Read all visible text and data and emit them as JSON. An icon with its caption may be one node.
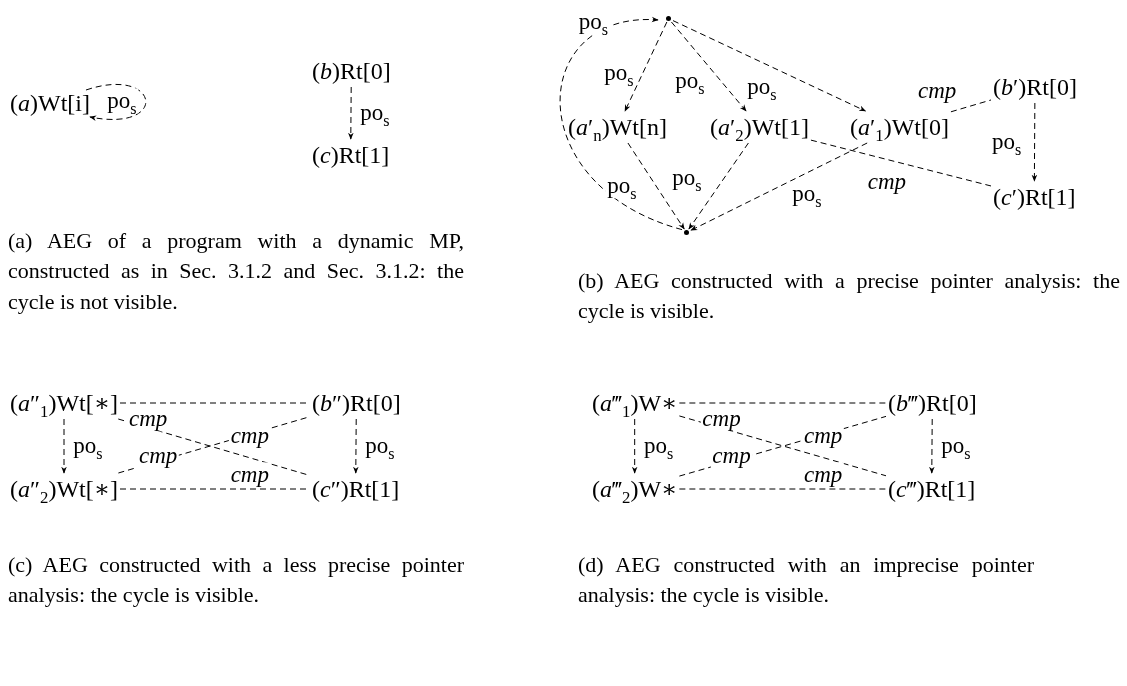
{
  "diagram": {
    "nodes": [
      {
        "text": [
          "(*a*)Wt[i]"
        ]
      },
      {
        "text": [
          "(*b*)Rt[0]"
        ]
      },
      {
        "text": [
          "(*c*)Rt[1]"
        ]
      },
      {
        "text": [],
        "shape": "circle"
      },
      {
        "text": [
          "(*a*′$_{n}$)Wt[n]"
        ]
      },
      {
        "text": [
          "(*a*′$_{2}$)Wt[1]"
        ]
      },
      {
        "text": [
          "(*a*′$_{1}$)Wt[0]"
        ]
      },
      {
        "text": [
          "(*b*′)Rt[0]"
        ]
      },
      {
        "text": [
          "(*c*′)Rt[1]"
        ]
      },
      {
        "text": [],
        "shape": "circle"
      },
      {
        "text": [
          "(*a*″$_{1}$)Wt[∗]"
        ]
      },
      {
        "text": [
          "(*b*″)Rt[0]"
        ]
      },
      {
        "text": [
          "(*a*″$_{2}$)Wt[∗]"
        ]
      },
      {
        "text": [
          "(*c*″)Rt[1]"
        ]
      },
      {
        "text": [
          "(*a*‴$_{1}$)W∗"
        ]
      },
      {
        "text": [
          "(*b*‴)Rt[0]"
        ]
      },
      {
        "text": [
          "(*a*‴$_{2}$)W∗"
        ]
      },
      {
        "text": [
          "(*c*‴)Rt[1]"
        ]
      }
    ],
    "edges": [
      {
        "from": 0,
        "to": 0,
        "arrow": "to",
        "label": "po$_{s}$"
      },
      {
        "from": 1,
        "to": 2,
        "arrow": "to",
        "label": "po$_{s}$"
      },
      {
        "from": 9,
        "to": 3,
        "arrow": "to",
        "label": "po$_{s}$"
      },
      {
        "from": 3,
        "to": 4,
        "arrow": "to",
        "label": "po$_{s}$"
      },
      {
        "from": 3,
        "to": 5,
        "arrow": "to",
        "label": "po$_{s}$"
      },
      {
        "from": 3,
        "to": 6,
        "arrow": "to",
        "label": "po$_{s}$"
      },
      {
        "from": 4,
        "to": 9,
        "arrow": "to",
        "label": "po$_{s}$"
      },
      {
        "from": 5,
        "to": 9,
        "arrow": "to",
        "label": "po$_{s}$"
      },
      {
        "from": 6,
        "to": 9,
        "arrow": "to",
        "label": "po$_{s}$"
      },
      {
        "from": 6,
        "to": 7,
        "arrow": "none",
        "label": "cmp"
      },
      {
        "from": 5,
        "to": 8,
        "arrow": "none",
        "label": "cmp"
      },
      {
        "from": 7,
        "to": 8,
        "arrow": "to",
        "label": "po$_{s}$"
      },
      {
        "from": 10,
        "to": 12,
        "arrow": "to",
        "label": "po$_{s}$"
      },
      {
        "from": 11,
        "to": 13,
        "arrow": "to",
        "label": "po$_{s}$"
      },
      {
        "from": 10,
        "to": 11,
        "arrow": "none",
        "label": "cmp"
      },
      {
        "from": 10,
        "to": 13,
        "arrow": "none",
        "label": "cmp"
      },
      {
        "from": 12,
        "to": 11,
        "arrow": "none",
        "label": "cmp"
      },
      {
        "from": 12,
        "to": 13,
        "arrow": "none",
        "label": "cmp"
      },
      {
        "from": 14,
        "to": 16,
        "arrow": "to",
        "label": "po$_{s}$"
      },
      {
        "from": 15,
        "to": 17,
        "arrow": "to",
        "label": "po$_{s}$"
      },
      {
        "from": 14,
        "to": 15,
        "arrow": "none",
        "label": "cmp"
      },
      {
        "from": 14,
        "to": 17,
        "arrow": "none",
        "label": "cmp"
      },
      {
        "from": 16,
        "to": 15,
        "arrow": "none",
        "label": "cmp"
      },
      {
        "from": 16,
        "to": 17,
        "arrow": "none",
        "label": "cmp"
      }
    ],
    "labels": [
      "(a) AEG of a program with a dynamic MP, constructed as in Sec. 3.1.2 and Sec. 3.1.2: the cycle is not visible.",
      "(b) AEG constructed with a precise pointer analysis: the cycle is visible.",
      "(c) AEG constructed with a less precise pointer analysis: the cycle is visible.",
      "(d) AEG constructed with an imprecise pointer analysis: the cycle is visible."
    ]
  }
}
